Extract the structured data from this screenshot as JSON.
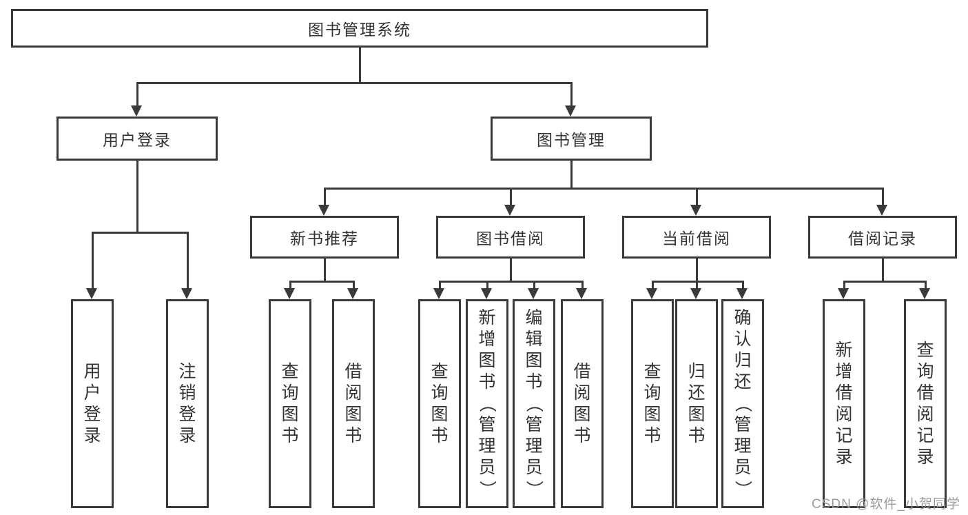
{
  "diagram": {
    "root": {
      "label": "图书管理系统"
    },
    "level2": [
      {
        "label": "用户登录"
      },
      {
        "label": "图书管理"
      }
    ],
    "level3": [
      {
        "label": "新书推荐"
      },
      {
        "label": "图书借阅"
      },
      {
        "label": "当前借阅"
      },
      {
        "label": "借阅记录"
      }
    ],
    "leaves": {
      "user_login": [
        "用户登录",
        "注销登录"
      ],
      "new_book": [
        "查询图书",
        "借阅图书"
      ],
      "book_borrow": [
        "查询图书",
        "新增图书（管理员）",
        "编辑图书（管理员）",
        "借阅图书"
      ],
      "current_borrow": [
        "查询图书",
        "归还图书",
        "确认归还（管理员）"
      ],
      "borrow_record": [
        "新增借阅记录",
        "查询借阅记录"
      ]
    }
  },
  "watermark": "CSDN @软件_小贺同学",
  "colors": {
    "line": "#3a3a3a",
    "text": "#333333",
    "watermark": "#9b9b9b",
    "background": "#ffffff"
  }
}
